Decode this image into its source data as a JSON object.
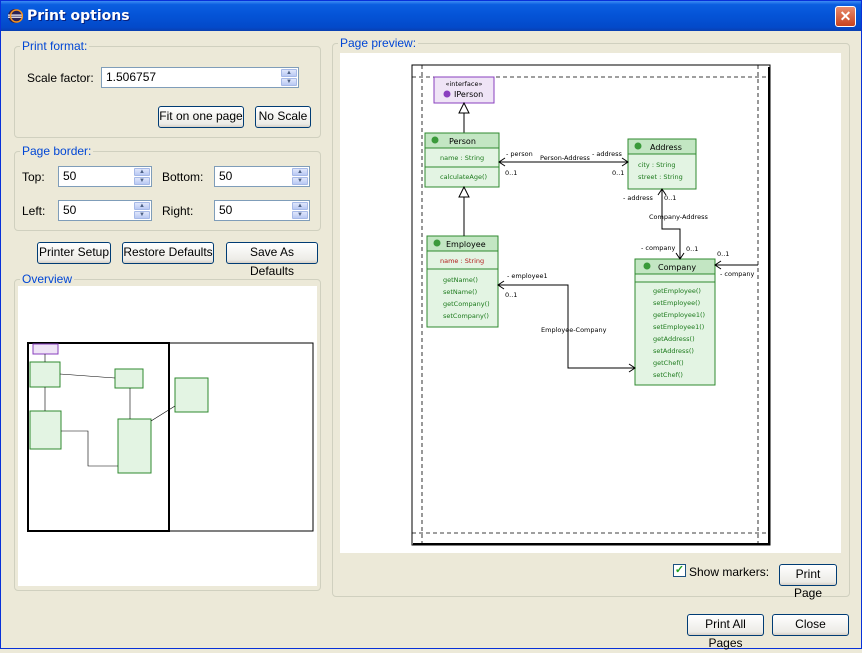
{
  "window": {
    "title": "Print options",
    "close_glyph": "✕"
  },
  "print_format": {
    "legend": "Print format:",
    "scale_label": "Scale factor:",
    "scale_value": "1.506757",
    "fit_button": "Fit on one page",
    "noscale_button": "No Scale"
  },
  "page_border": {
    "legend": "Page border:",
    "top_label": "Top:",
    "top_value": "50",
    "bottom_label": "Bottom:",
    "bottom_value": "50",
    "left_label": "Left:",
    "left_value": "50",
    "right_label": "Right:",
    "right_value": "50"
  },
  "buttons": {
    "printer_setup": "Printer Setup",
    "restore_defaults": "Restore Defaults",
    "save_defaults": "Save As Defaults",
    "print_page": "Print Page",
    "print_all": "Print All Pages",
    "close": "Close"
  },
  "overview": {
    "legend": "Overview"
  },
  "preview": {
    "legend": "Page preview:",
    "show_markers_label": "Show markers:",
    "show_markers_checked": true
  },
  "diagram": {
    "iperson": {
      "stereotype": "«interface»",
      "name": "IPerson"
    },
    "person": {
      "name": "Person",
      "attrs": [
        "name : String"
      ],
      "ops": [
        "calculateAge()"
      ]
    },
    "address": {
      "name": "Address",
      "attrs": [
        "city : String",
        "street : String"
      ]
    },
    "employee": {
      "name": "Employee",
      "attrs": [
        "name : String"
      ],
      "ops": [
        "getName()",
        "setName()",
        "getCompany()",
        "setCompany()"
      ]
    },
    "company": {
      "name": "Company",
      "ops": [
        "getEmployee()",
        "setEmployee()",
        "getEmployee1()",
        "setEmployee1()",
        "getAddress()",
        "setAddress()",
        "getChef()",
        "setChef()"
      ]
    },
    "assoc": {
      "person_address": "Person-Address",
      "role_person": "- person",
      "role_address_top": "- address",
      "mult_person": "0..1",
      "mult_address": "0..1",
      "company_address": "Company-Address",
      "role_address": "- address",
      "mult_address2": "0..1",
      "role_company": "- company",
      "mult_company": "0..1",
      "role_company2": "- company",
      "mult_company2": "0..1",
      "employee_company": "Employee-Company",
      "role_employee1": "- employee1",
      "mult_employee": "0..1"
    }
  },
  "colors": {
    "accent": "#0046d5",
    "uml_border": "#2f8a2f",
    "uml_fill": "#d6efd6",
    "interface_fill": "#e8d8f0"
  }
}
